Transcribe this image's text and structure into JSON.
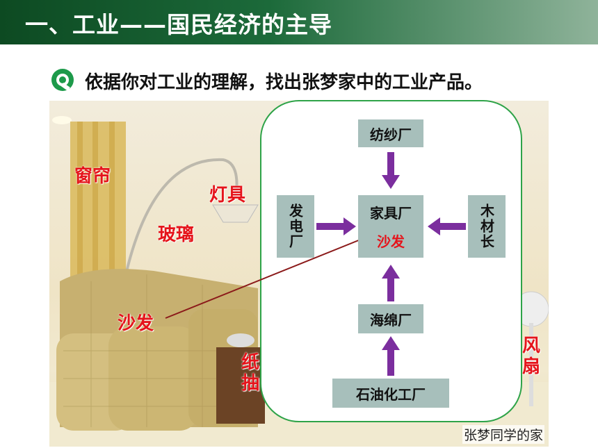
{
  "title": "一、工业——国民经济的主导",
  "question": "依据你对工业的理解，找出张梦家中的工业产品。",
  "photo_labels": {
    "curtain": "窗帘",
    "lamp": "灯具",
    "glass": "玻璃",
    "sofa": "沙发",
    "partial_left": "纸\n抽",
    "partial_right": "风\n扇"
  },
  "caption": "张梦同学的家",
  "diagram": {
    "top": "纺纱厂",
    "left": "发电厂",
    "center": "家具厂",
    "center_product": "沙发",
    "right": "木材长",
    "below": "海绵厂",
    "bottom": "石油化工厂"
  },
  "colors": {
    "title_green": "#1c6a3a",
    "panel_border": "#2ea348",
    "box_fill": "#a7bfbb",
    "arrow_purple": "#7b2e9e",
    "label_red": "#e5141b"
  },
  "icons": [
    "q-icon",
    "arrow-icon"
  ]
}
